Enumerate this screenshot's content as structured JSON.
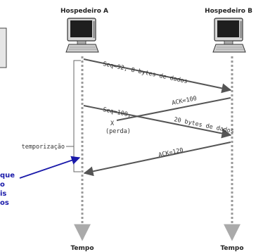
{
  "hosts": {
    "a": {
      "label": "Hospedeiro A"
    },
    "b": {
      "label": "Hospedeiro B"
    }
  },
  "time_labels": {
    "a": "Tempo",
    "b": "Tempo"
  },
  "messages": {
    "seg1": "Seq=92, 8 bytes de dados",
    "ack100": "ACK=100",
    "seg2a": "Seq=100,",
    "seg2b": "20 bytes de dados",
    "ack120": "ACK=120"
  },
  "loss": {
    "mark": "X",
    "label": "(perda)"
  },
  "timeout_label": "temporização",
  "callout_lines": [
    "que",
    "o",
    "is",
    "os"
  ],
  "colors": {
    "arrow": "#555555",
    "timeline": "#999999",
    "callout": "#1a1aaa"
  }
}
